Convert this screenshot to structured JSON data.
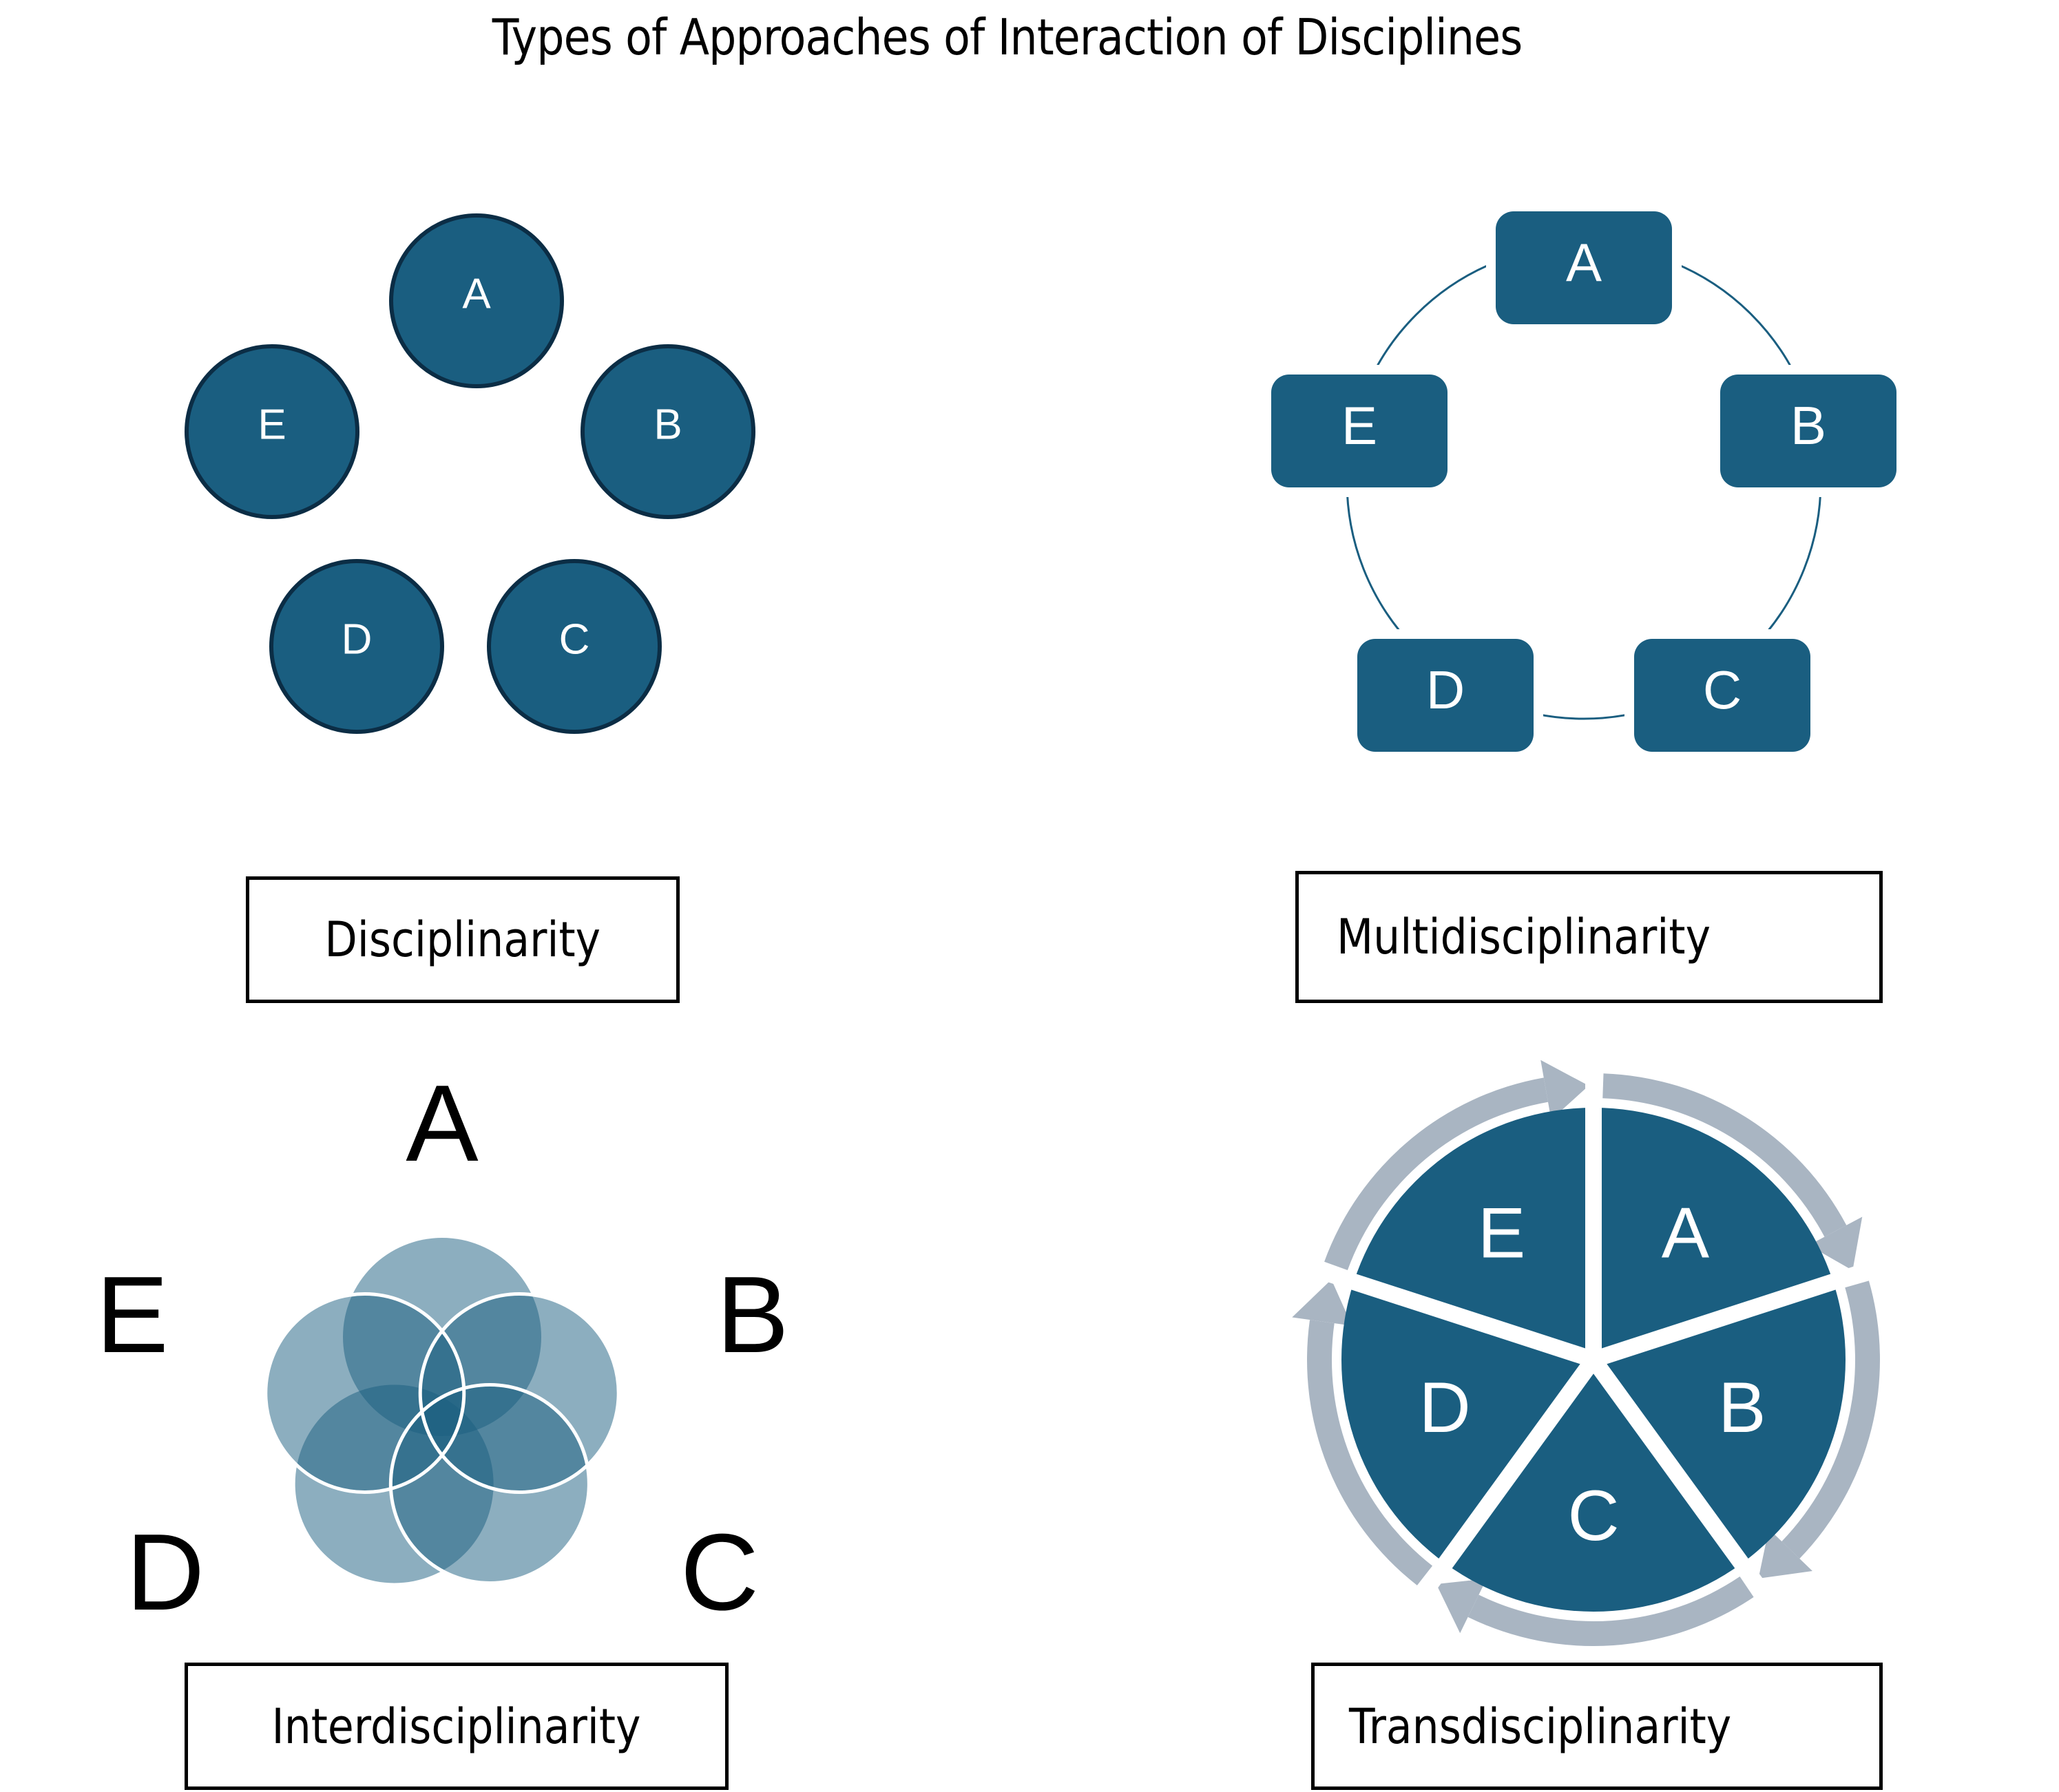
{
  "title": "Types of Approaches of Interaction of Disciplines",
  "colors": {
    "primary": "#1A5E80",
    "primary_stroke": "#0B2D45",
    "overlap_fill": "#1A5E80",
    "arrow_gray": "#A9B5C2",
    "text_dark": "#000000",
    "text_light": "#FFFFFF"
  },
  "panels": {
    "disciplinarity": {
      "label": "Disciplinarity",
      "nodes": [
        "A",
        "B",
        "C",
        "D",
        "E"
      ]
    },
    "multidisciplinarity": {
      "label": "Multidisciplinarity",
      "nodes": [
        "A",
        "B",
        "C",
        "D",
        "E"
      ]
    },
    "interdisciplinarity": {
      "label": "Interdisciplinarity",
      "nodes": [
        "A",
        "B",
        "C",
        "D",
        "E"
      ]
    },
    "transdisciplinarity": {
      "label": "Transdisciplinarity",
      "nodes": [
        "A",
        "B",
        "C",
        "D",
        "E"
      ]
    }
  }
}
